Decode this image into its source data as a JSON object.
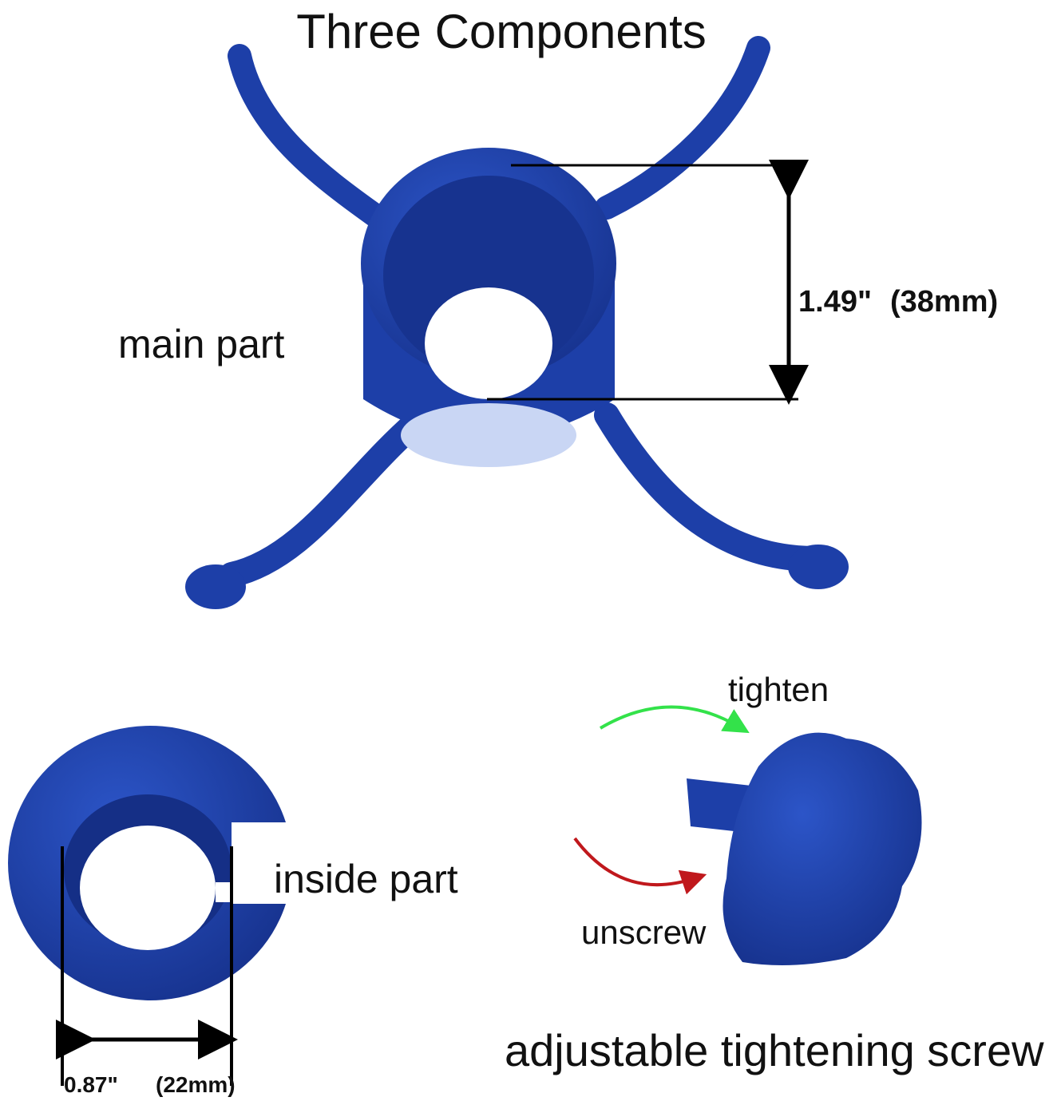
{
  "title": "Three Components",
  "main_part": {
    "label": "main part",
    "dimension_in": "1.49\"",
    "dimension_mm": "(38mm)"
  },
  "inside_part": {
    "label": "inside part",
    "dimension_in": "0.87\"",
    "dimension_mm": "(22mm)"
  },
  "screw": {
    "label": "adjustable tightening screw",
    "tighten_label": "tighten",
    "unscrew_label": "unscrew"
  },
  "colors": {
    "part_blue": "#1d3fa8",
    "part_dark": "#12287a",
    "tighten_arrow": "#33e24a",
    "unscrew_arrow": "#c0181c"
  }
}
